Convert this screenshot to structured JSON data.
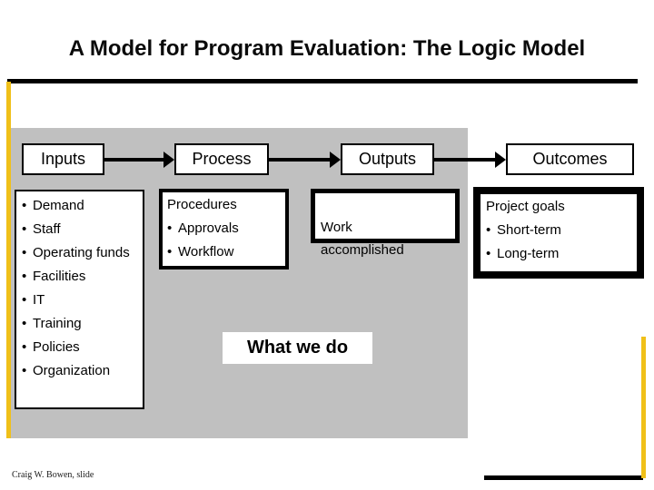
{
  "slide": {
    "title": "A Model for Program Evaluation: The Logic Model",
    "credit": "Craig W. Bowen, slide"
  },
  "ui": {
    "bullet": "•"
  },
  "colors": {
    "accent_gold": "#f0c019",
    "panel_gray": "#c0c0c0",
    "line_black": "#000000"
  },
  "stages": [
    {
      "label": "Inputs"
    },
    {
      "label": "Process"
    },
    {
      "label": "Outputs"
    },
    {
      "label": "Outcomes"
    }
  ],
  "boxes": {
    "inputs": {
      "items": [
        "Demand",
        "Staff",
        "Operating funds",
        "Facilities",
        "IT",
        "Training",
        "Policies",
        "Organization"
      ]
    },
    "process": {
      "heading": "Procedures",
      "items": [
        "Approvals",
        "Workflow"
      ]
    },
    "outputs": {
      "text": "Work\naccomplished"
    },
    "outcomes": {
      "heading": "Project goals",
      "items": [
        "Short-term",
        "Long-term"
      ]
    }
  },
  "callout": {
    "label": "What we do"
  }
}
